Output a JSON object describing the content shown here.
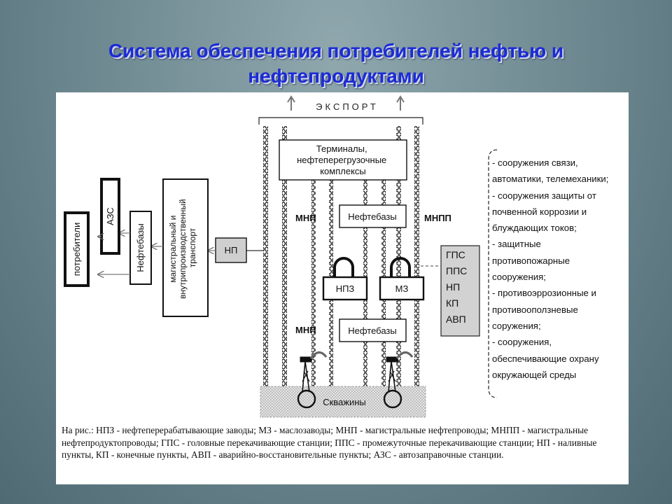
{
  "title": "Система обеспечения потребителей нефтью и нефтепродуктами",
  "diagram": {
    "export_label": "ЭКСПОРТ",
    "terminals": "Терминалы, нефтеперегрузочные комплексы",
    "oil_depot_top": "Нефтебазы",
    "oil_depot_bottom": "Нефтебазы",
    "mnp_top": "МНП",
    "mnp_bottom": "МНП",
    "mnpp": "МНПП",
    "npz": "НПЗ",
    "mz": "МЗ",
    "wells": "Скважины",
    "np": "НП",
    "transport": "магистральный и внутрипроизводственный транспорт",
    "depots_left": "Нефтебазы",
    "azs": "АЗС",
    "consumers": "потребители",
    "stations": [
      "ГПС",
      "ППС",
      "НП",
      "КП",
      "АВП"
    ]
  },
  "notes": [
    "- сооружения связи,",
    "автоматики, телемеханики;",
    "- сооружения защиты от",
    "почвенной коррозии и",
    "блуждающих токов;",
    "- защитные",
    "противопожарные",
    "сооружения;",
    "- противоэррозионные и",
    "противооползневые",
    "соружения;",
    "- сооружения,",
    "обеспечивающие охрану",
    "окружающей среды"
  ],
  "caption": "На рис.: НПЗ - нефтеперерабатывающие заводы; МЗ - маслозаводы; МНП - магистральные нефтепроводы; МНПП - магистральные нефтепродуктопроводы; ГПС - головные перекачивающие станции; ППС - промежуточные перекачивающие станции; НП - наливные пункты, КП - конечные пункты, АВП - аварийно-восстановительные пункты; АЗС - автозаправочные станции."
}
